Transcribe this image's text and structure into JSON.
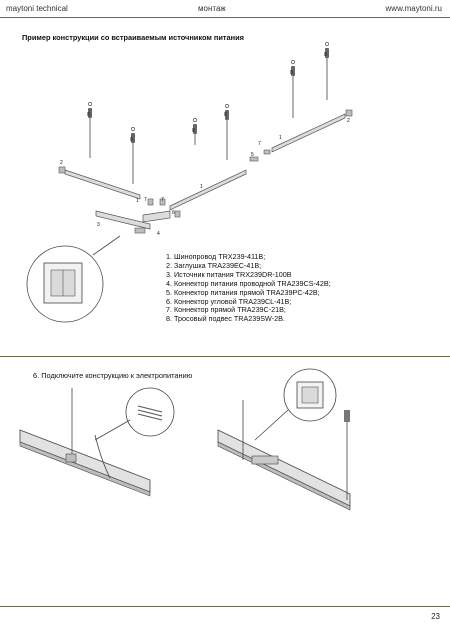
{
  "header": {
    "brand": "maytoni technical",
    "section": "монтаж",
    "site": "www.maytoni.ru"
  },
  "section_title": "Пример конструкции со встраиваемым источником питания",
  "callouts": [
    "1",
    "2",
    "3",
    "4",
    "5",
    "6",
    "7",
    "8"
  ],
  "legend_items": [
    "1. Шинопровод TRX239-411B;",
    "2. Заглушка TRA239EC-41B;",
    "3. Источник питания TRX239DR-100B",
    "4. Коннектор питания проводной TRA239CS-42B;",
    "5. Коннектор питания прямой TRA239PC-42B;",
    "6. Коннектор угловой TRA239CL-41B;",
    "7. Коннектор прямой TRA239C-21B;",
    "8. Тросовый подвес TRA239SW-2B."
  ],
  "step_text": "6. Подключите конструкцию к электропитанию",
  "page_number": "23",
  "colors": {
    "rule": "#6b6b52",
    "track": "#d9d9d9",
    "line": "#444444"
  }
}
